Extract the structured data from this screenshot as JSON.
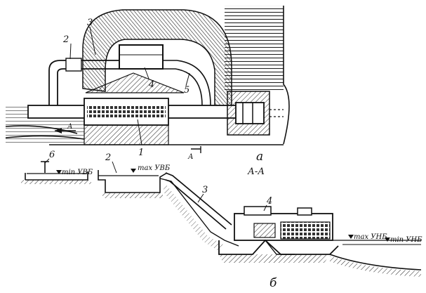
{
  "plan": {
    "view_letter": "а",
    "section_mark": "А",
    "flow_label": "А",
    "callouts": [
      "1",
      "2",
      "3",
      "4",
      "5"
    ]
  },
  "section": {
    "title": "А-А",
    "view_letter": "б",
    "callouts": [
      "2",
      "3",
      "4",
      "6"
    ],
    "levels": {
      "min_uvb": "min УВБ",
      "max_uvb": "max УВБ",
      "max_unb": "max УНБ",
      "min_unb": "min УНБ"
    }
  }
}
